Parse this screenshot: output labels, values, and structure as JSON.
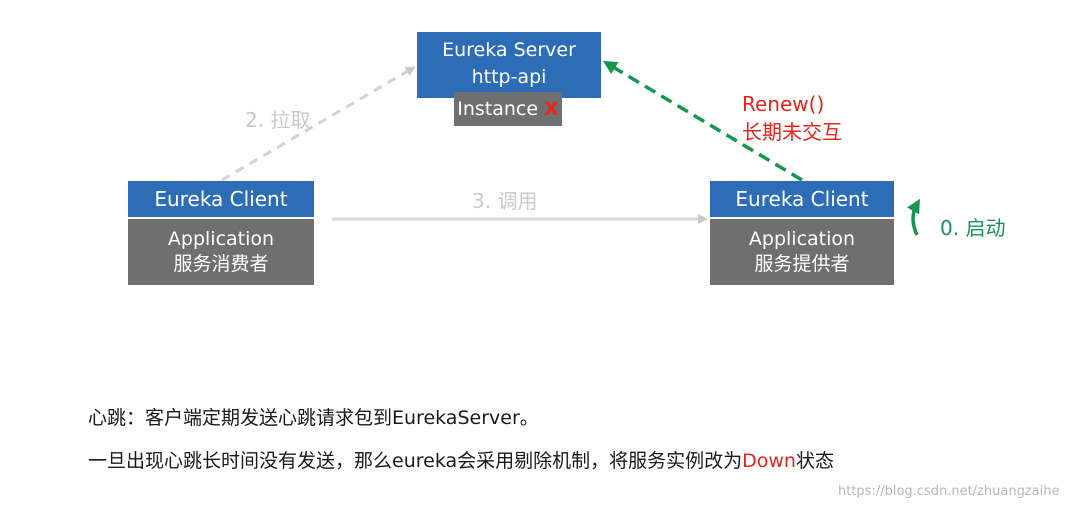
{
  "server": {
    "title": "Eureka Server",
    "subtitle": "http-api",
    "instance_label": "Instance",
    "instance_mark": "X"
  },
  "consumer": {
    "header": "Eureka Client",
    "line1": "Application",
    "line2": "服务消费者"
  },
  "provider": {
    "header": "Eureka Client",
    "line1": "Application",
    "line2": "服务提供者"
  },
  "edges": {
    "pull": "2. 拉取",
    "call": "3. 调用",
    "renew_line1": "Renew()",
    "renew_line2": "长期未交互",
    "start": "0. 启动"
  },
  "text": {
    "line1": "心跳：客户端定期发送心跳请求包到EurekaServer。",
    "line2_before": "一旦出现心跳长时间没有发送，那么eureka会采用剔除机制，将服务实例改为",
    "line2_highlight": "Down",
    "line2_after": "状态"
  },
  "watermark": "https://blog.csdn.net/zhuangzaihe",
  "colors": {
    "box_blue": "#2d6db7",
    "box_gray": "#6f6f6f",
    "renew_red": "#e8231b",
    "start_green": "#16964f",
    "faded_gray": "#c9c9c9"
  }
}
